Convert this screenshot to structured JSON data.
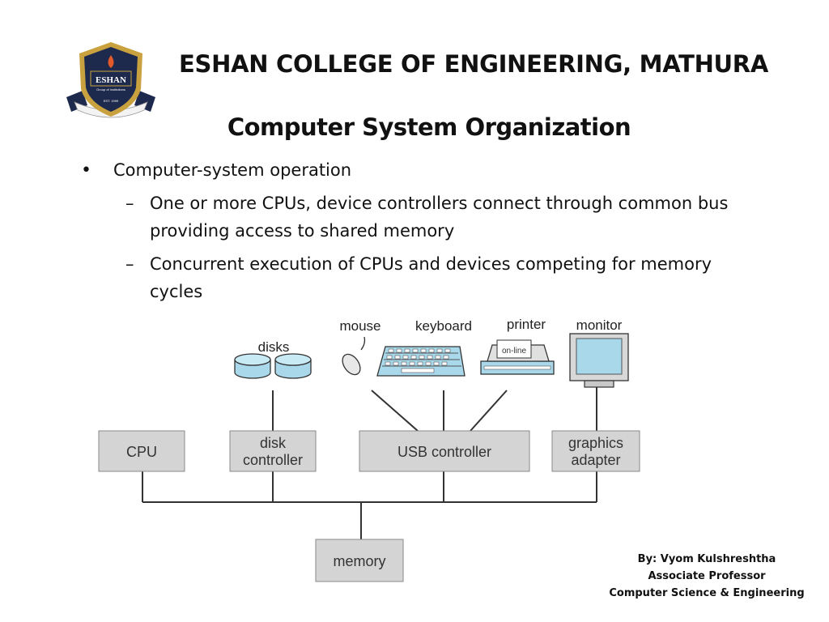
{
  "header": {
    "college_name": "ESHAN COLLEGE OF ENGINEERING, MATHURA",
    "logo": {
      "name": "ESHAN",
      "tagline": "Group of Institutions",
      "est": "EST. 1999"
    }
  },
  "slide": {
    "title": "Computer System Organization",
    "bullets": [
      {
        "level": 1,
        "marker": "•",
        "text": "Computer-system operation"
      },
      {
        "level": 2,
        "marker": "–",
        "text": "One or more CPUs, device controllers connect through common bus providing access to shared memory"
      },
      {
        "level": 2,
        "marker": "–",
        "text": "Concurrent execution of CPUs and devices competing for memory cycles"
      }
    ]
  },
  "diagram": {
    "boxes": {
      "cpu": "CPU",
      "disk_controller_1": "disk",
      "disk_controller_2": "controller",
      "usb_controller": "USB controller",
      "graphics_adapter_1": "graphics",
      "graphics_adapter_2": "adapter",
      "memory": "memory"
    },
    "devices": {
      "disks": "disks",
      "mouse": "mouse",
      "keyboard": "keyboard",
      "printer": "printer",
      "printer_panel": "on-line",
      "monitor": "monitor"
    },
    "colors": {
      "box_fill": "#d4d4d4",
      "box_stroke": "#8a8a8a",
      "device_blue": "#a8d8ea",
      "line": "#333333"
    }
  },
  "author": {
    "line1": "By: Vyom Kulshreshtha",
    "line2": "Associate Professor",
    "line3": "Computer Science & Engineering"
  }
}
